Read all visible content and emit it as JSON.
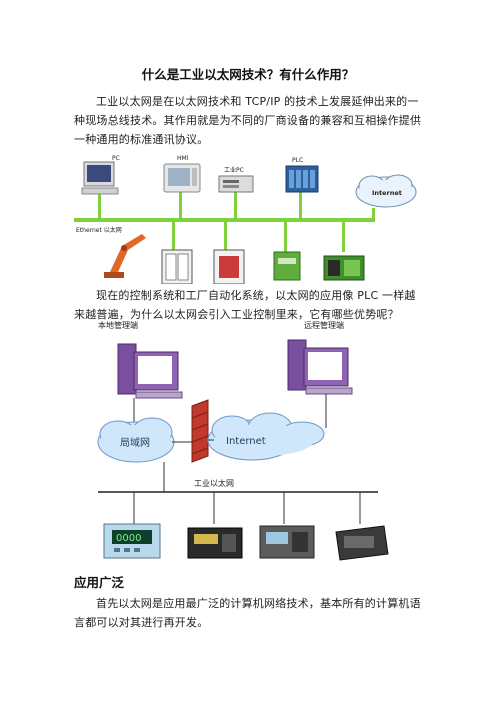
{
  "article": {
    "title": "什么是工业以太网技术？有什么作用？",
    "intro": "工业以太网是在以太网技术和 TCP/IP 的技术上发展延伸出来的一种现场总线技术。其作用就是为不同的厂商设备的兼容和互相操作提供一种通用的标准通讯协议。",
    "para2": "现在的控制系统和工厂自动化系统，以太网的应用像 PLC 一样越来越普遍，为什么以太网会引入工业控制里来，它有哪些优势呢？",
    "section_heading": "应用广泛",
    "para3": "首先以太网是应用最广泛的计算机网络技术，基本所有的计算机语言都可以对其进行再开发。"
  },
  "figure1": {
    "labels": {
      "pc": "PC",
      "hmi": "HMI",
      "ipc": "工业PC",
      "plc": "PLC",
      "internet": "Internet",
      "ethernet": "Ethernet 以太网"
    }
  },
  "figure2": {
    "labels": {
      "local": "本地管理端",
      "remote": "远程管理端",
      "lan": "局域网",
      "internet": "Internet",
      "industrial": "工业以太网",
      "display": "0000"
    }
  },
  "colors": {
    "bus_green": "#7fd23c",
    "cloud_blue": "#cfe6fb",
    "firewall_red": "#c0392b",
    "monitor_purple": "#6a3d8f"
  }
}
